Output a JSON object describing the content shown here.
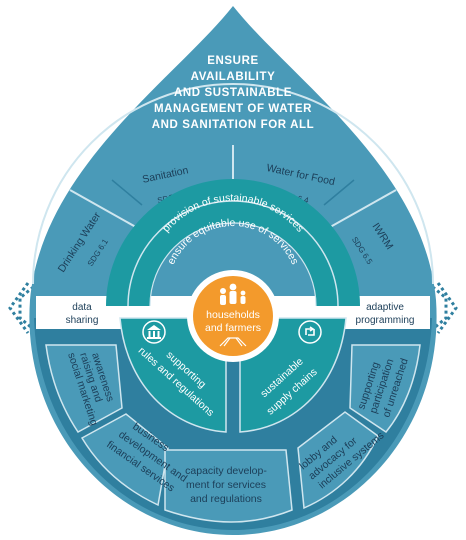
{
  "title": {
    "lines": [
      "ENSURE",
      "AVAILABILITY",
      "AND SUSTAINABLE",
      "MANAGEMENT OF WATER",
      "AND SANITATION FOR ALL"
    ]
  },
  "goals": [
    {
      "label": "Drinking Water",
      "sdg": "SDG 6.1"
    },
    {
      "label": "Sanitation",
      "sdg": "SDG 6.2"
    },
    {
      "label": "Water for Food",
      "sdg": "SDG 6.4"
    },
    {
      "label": "IWRM",
      "sdg": "SDG 6.5"
    }
  ],
  "services_ring": {
    "outer": "provision of sustainable services",
    "inner": "ensure equitable use of services"
  },
  "center": {
    "line1": "households",
    "line2": "and farmers"
  },
  "side_labels": {
    "left": [
      "data",
      "sharing"
    ],
    "right": [
      "adaptive",
      "programming"
    ]
  },
  "inner_segments": {
    "left": [
      "supporting",
      "rules and regulations"
    ],
    "right": [
      "sustainable",
      "supply chains"
    ]
  },
  "outer_segments": [
    [
      "awareness",
      "raising and",
      "social marketing"
    ],
    [
      "business",
      "development and",
      "financial services"
    ],
    [
      "capacity develop-",
      "ment for services",
      "and regulations"
    ],
    [
      "lobby and",
      "advocacy for",
      "inclusive systems"
    ],
    [
      "supporting",
      "participation",
      "of unreached"
    ]
  ],
  "colors": {
    "drop_light": "#4a9ab8",
    "band_dark": "#2f7f9f",
    "ring_outline": "#cfe6ef",
    "inner_teal": "#1d9aa2",
    "center_orange": "#f39a2c",
    "text_dark": "#1c3e58",
    "band_white": "#ffffff"
  },
  "icons": [
    "rules-building-icon",
    "supply-chain-icon",
    "family-icon",
    "arrow-left-icon",
    "arrow-right-icon"
  ]
}
